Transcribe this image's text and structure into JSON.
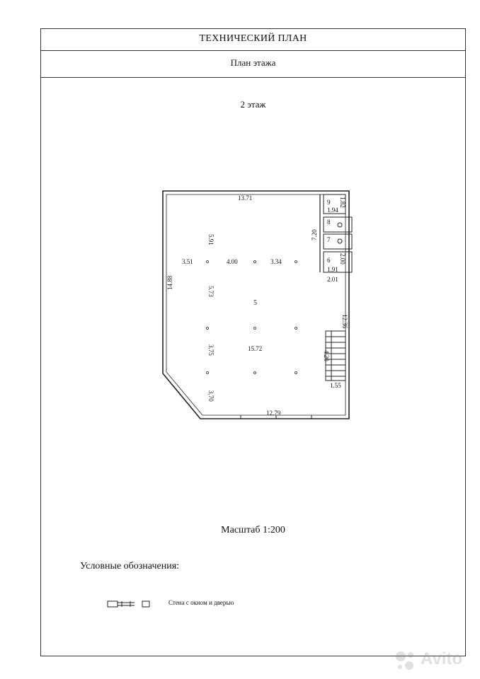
{
  "header": {
    "title": "ТЕХНИЧЕСКИЙ ПЛАН",
    "subtitle": "План этажа"
  },
  "floor_label": "2 этаж",
  "plan": {
    "main_room_number": "5",
    "rooms": [
      {
        "number": "9"
      },
      {
        "number": "8"
      },
      {
        "number": "7"
      },
      {
        "number": "6"
      }
    ],
    "dimensions": [
      "13.71",
      "14.88",
      "5.91",
      "3.51",
      "4.00",
      "3.34",
      "5.73",
      "15.72",
      "3.75",
      "3.70",
      "12.79",
      "12.36",
      "4.20",
      "1.55",
      "1.82",
      "1.94",
      "7.20",
      "2.00",
      "1.91",
      "2.01"
    ]
  },
  "scale_text": "Масштаб 1:200",
  "legend": {
    "title": "Условные обозначения:",
    "items": [
      {
        "label": "Стена с окном и дверью",
        "icon": "wall-window-door-symbol"
      }
    ]
  },
  "watermark": {
    "text": "Avito",
    "icon": "avito-logo-icon"
  }
}
